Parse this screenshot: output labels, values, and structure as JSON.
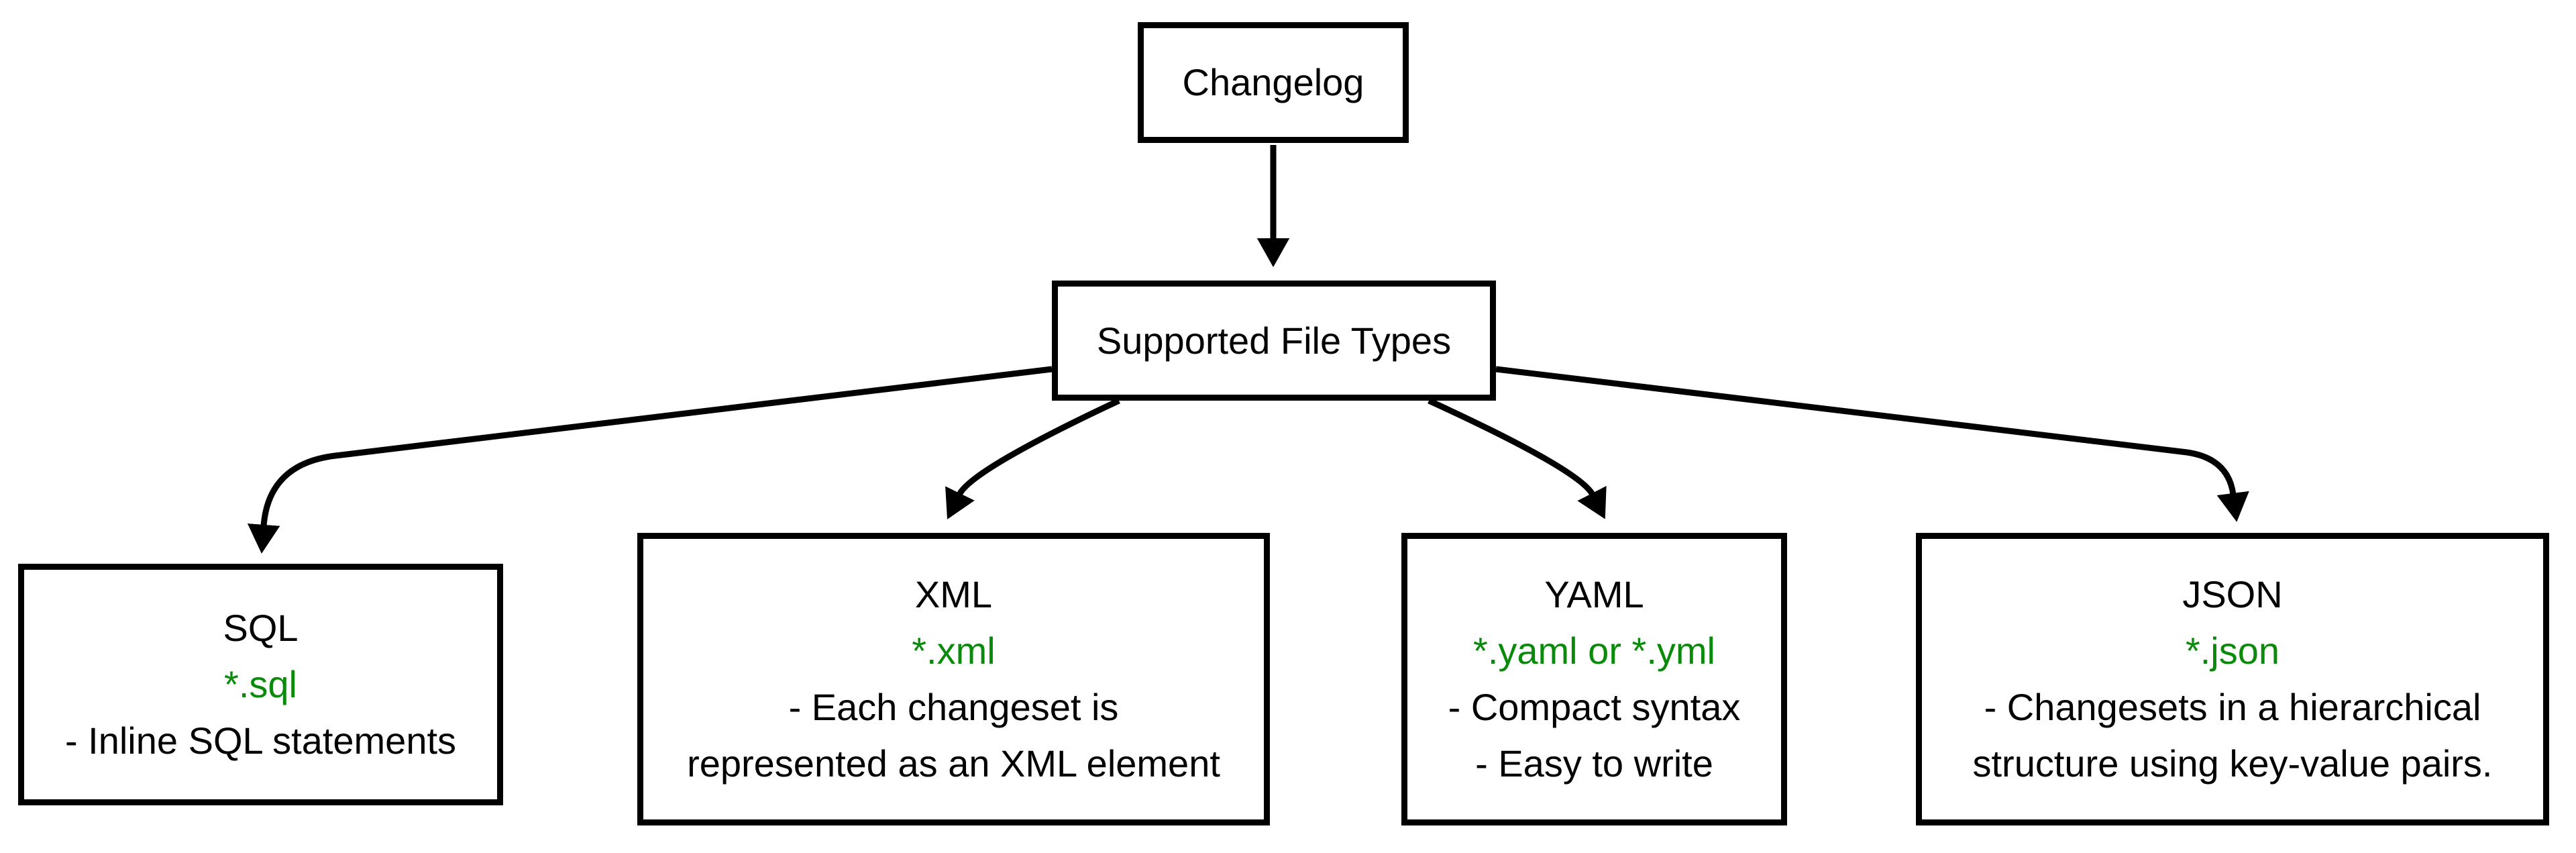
{
  "diagram": {
    "root": {
      "label": "Changelog"
    },
    "hub": {
      "label": "Supported File Types"
    },
    "colors": {
      "box_border": "#000000",
      "box_fill": "#ffffff",
      "text": "#000000",
      "file_pattern_green": "#0a8a0a",
      "background": "#ffffff"
    },
    "nodes": [
      {
        "title": "SQL",
        "pattern": "*.sql",
        "notes": [
          "- Inline SQL statements"
        ]
      },
      {
        "title": "XML",
        "pattern": "*.xml",
        "notes": [
          "- Each changeset is",
          "represented as an XML element"
        ]
      },
      {
        "title": "YAML",
        "pattern": "*.yaml or *.yml",
        "notes": [
          "- Compact syntax",
          "- Easy to write"
        ]
      },
      {
        "title": "JSON",
        "pattern": "*.json",
        "notes": [
          "- Changesets in a hierarchical",
          "structure using key-value pairs."
        ]
      }
    ]
  }
}
